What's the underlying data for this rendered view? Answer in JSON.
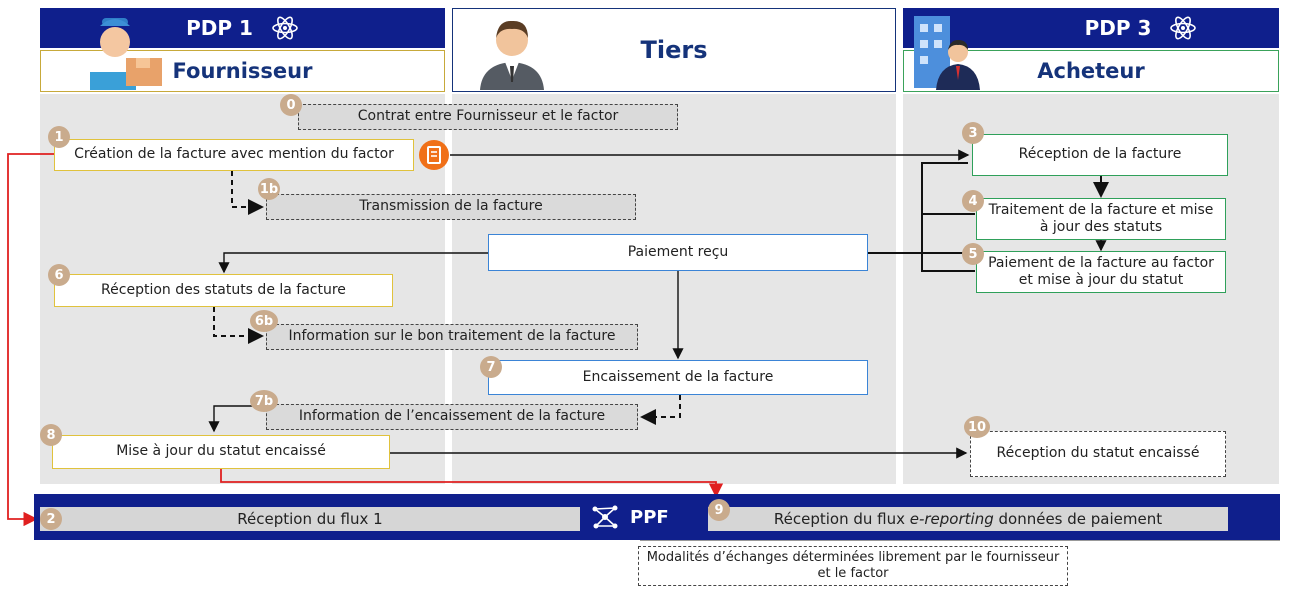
{
  "headers": {
    "pdp1": "PDP 1",
    "fournisseur": "Fournisseur",
    "tiers": "Tiers",
    "pdp3": "PDP 3",
    "acheteur": "Acheteur"
  },
  "icons": {
    "atom": "atom-icon",
    "supplier": "delivery-person-icon",
    "third_party": "businessman-icon",
    "buyer": "building-buyer-icon",
    "document": "invoice-document-icon",
    "network": "network-icon"
  },
  "colors": {
    "navy": "#0f1f8c",
    "yellow_border": "#e0c23d",
    "green_border": "#2fa05a",
    "blue_border": "#3b84d6",
    "step_badge": "#c9ab8d",
    "red_flow": "#e02020",
    "orange_icon": "#f07018"
  },
  "steps": [
    {
      "id": "0",
      "text": "Contrat entre Fournisseur et le factor"
    },
    {
      "id": "1",
      "text": "Création de la facture avec mention du factor"
    },
    {
      "id": "1b",
      "text": "Transmission de la facture"
    },
    {
      "id": "3",
      "text": "Réception de la facture"
    },
    {
      "id": "4",
      "text": "Traitement de la facture et mise à jour des statuts"
    },
    {
      "id": "5",
      "text": "Paiement de la facture au factor et mise à jour du statut"
    },
    {
      "id": "",
      "text": "Paiement reçu"
    },
    {
      "id": "6",
      "text": "Réception des statuts de la facture"
    },
    {
      "id": "6b",
      "text": "Information sur le bon traitement de la facture"
    },
    {
      "id": "7",
      "text": "Encaissement de la facture"
    },
    {
      "id": "7b",
      "text": "Information de l’encaissement de la facture"
    },
    {
      "id": "8",
      "text": "Mise à jour du statut encaissé"
    },
    {
      "id": "10",
      "text": "Réception du statut encaissé"
    }
  ],
  "ppf": {
    "label": "PPF",
    "step2_id": "2",
    "step2_text": "Réception du flux 1",
    "step9_id": "9",
    "step9_text_before": "Réception du flux ",
    "step9_text_italic": "e-reporting",
    "step9_text_after": " données de paiement"
  },
  "note": "Modalités d’échanges déterminées librement par le fournisseur et le factor"
}
